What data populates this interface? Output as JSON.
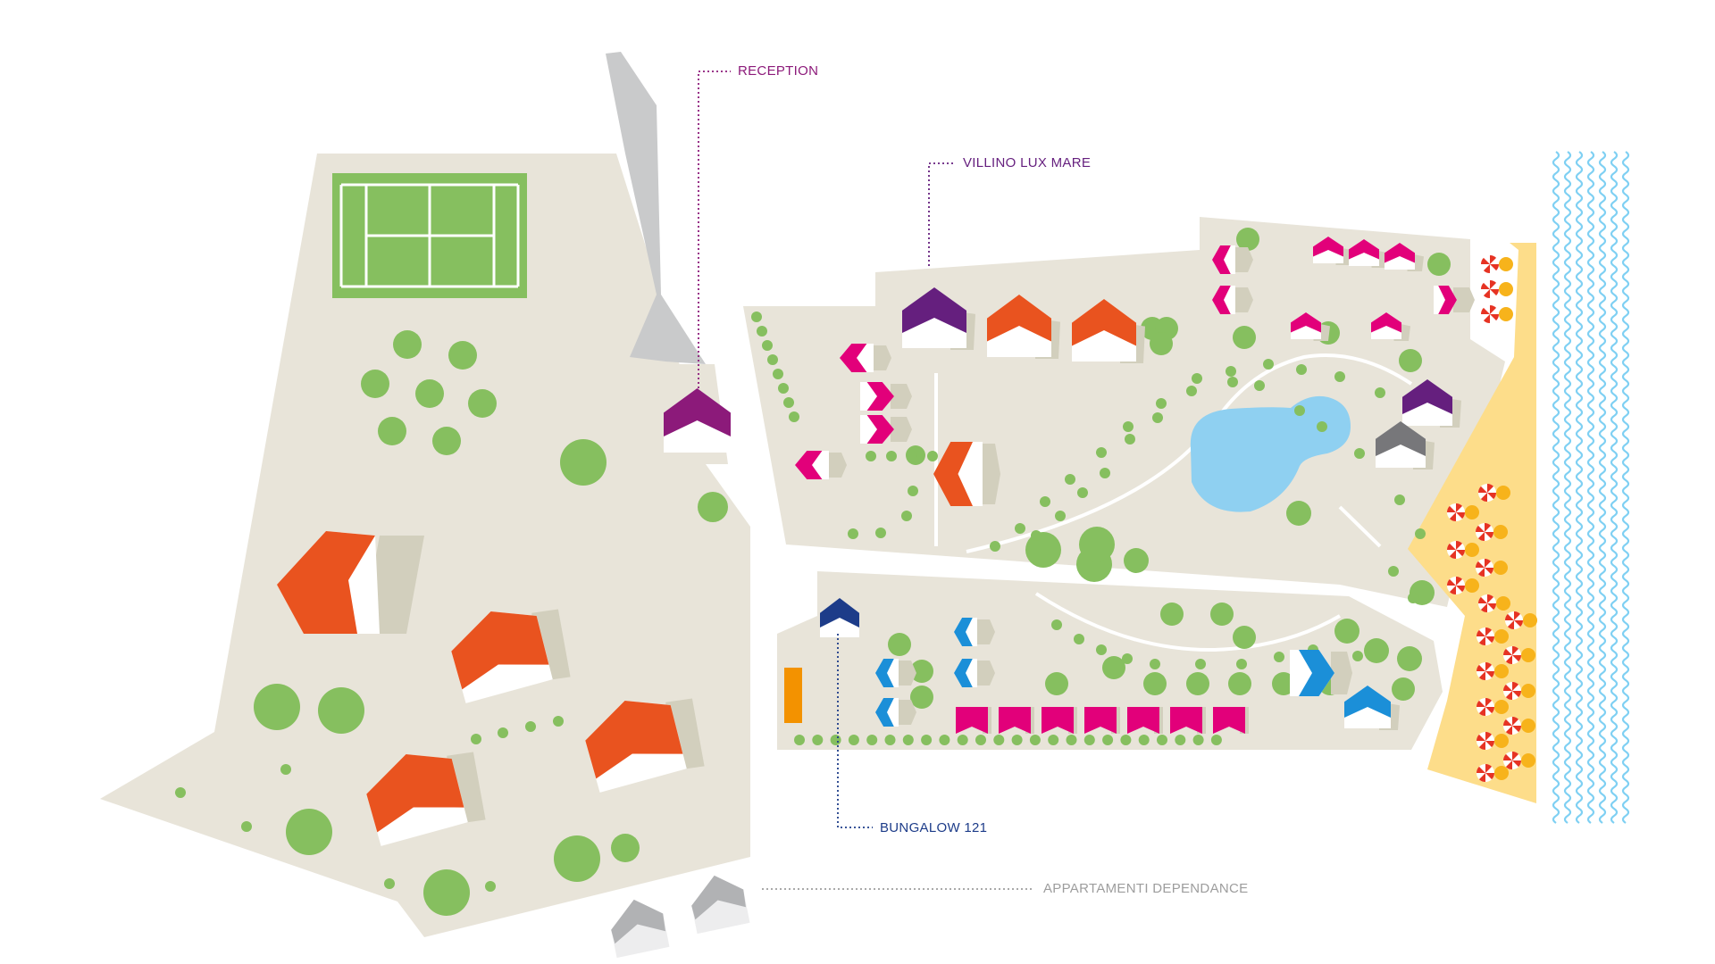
{
  "colors": {
    "ground": "#e8e4d9",
    "path": "#ffffff",
    "road": "#c9cacb",
    "shadow": "#d2cfbd",
    "tree": "#86bf5f",
    "tennis": "#86bf5f",
    "pool": "#8fd0f1",
    "beach": "#fddd8a",
    "sea": "#7fd0f3",
    "orange": "#e9531f",
    "magenta": "#e2007a",
    "purple": "#651f7e",
    "purple_reception": "#8c1a7a",
    "blue": "#1b8fd8",
    "navy": "#1d3c89",
    "grey": "#77777a",
    "grey_light": "#b1b2b4",
    "kiosk": "#f39200",
    "umbrella_red": "#e63323",
    "umbrella_white": "#ffffff",
    "sunbed": "#f7b31b"
  },
  "labels": {
    "reception": {
      "text": "RECEPTION",
      "color": "#8c1a7a"
    },
    "villino": {
      "text": "VILLINO LUX MARE",
      "color": "#651f7e"
    },
    "bungalow": {
      "text": "BUNGALOW 121",
      "color": "#1d3c89"
    },
    "dependance": {
      "text": "APPARTAMENTI DEPENDANCE",
      "color": "#9d9d9d"
    }
  },
  "icons": [
    "tennis-court-icon",
    "pool-icon",
    "beach-umbrella-icon",
    "sea-waves-icon",
    "tree-icon",
    "building-icon"
  ]
}
